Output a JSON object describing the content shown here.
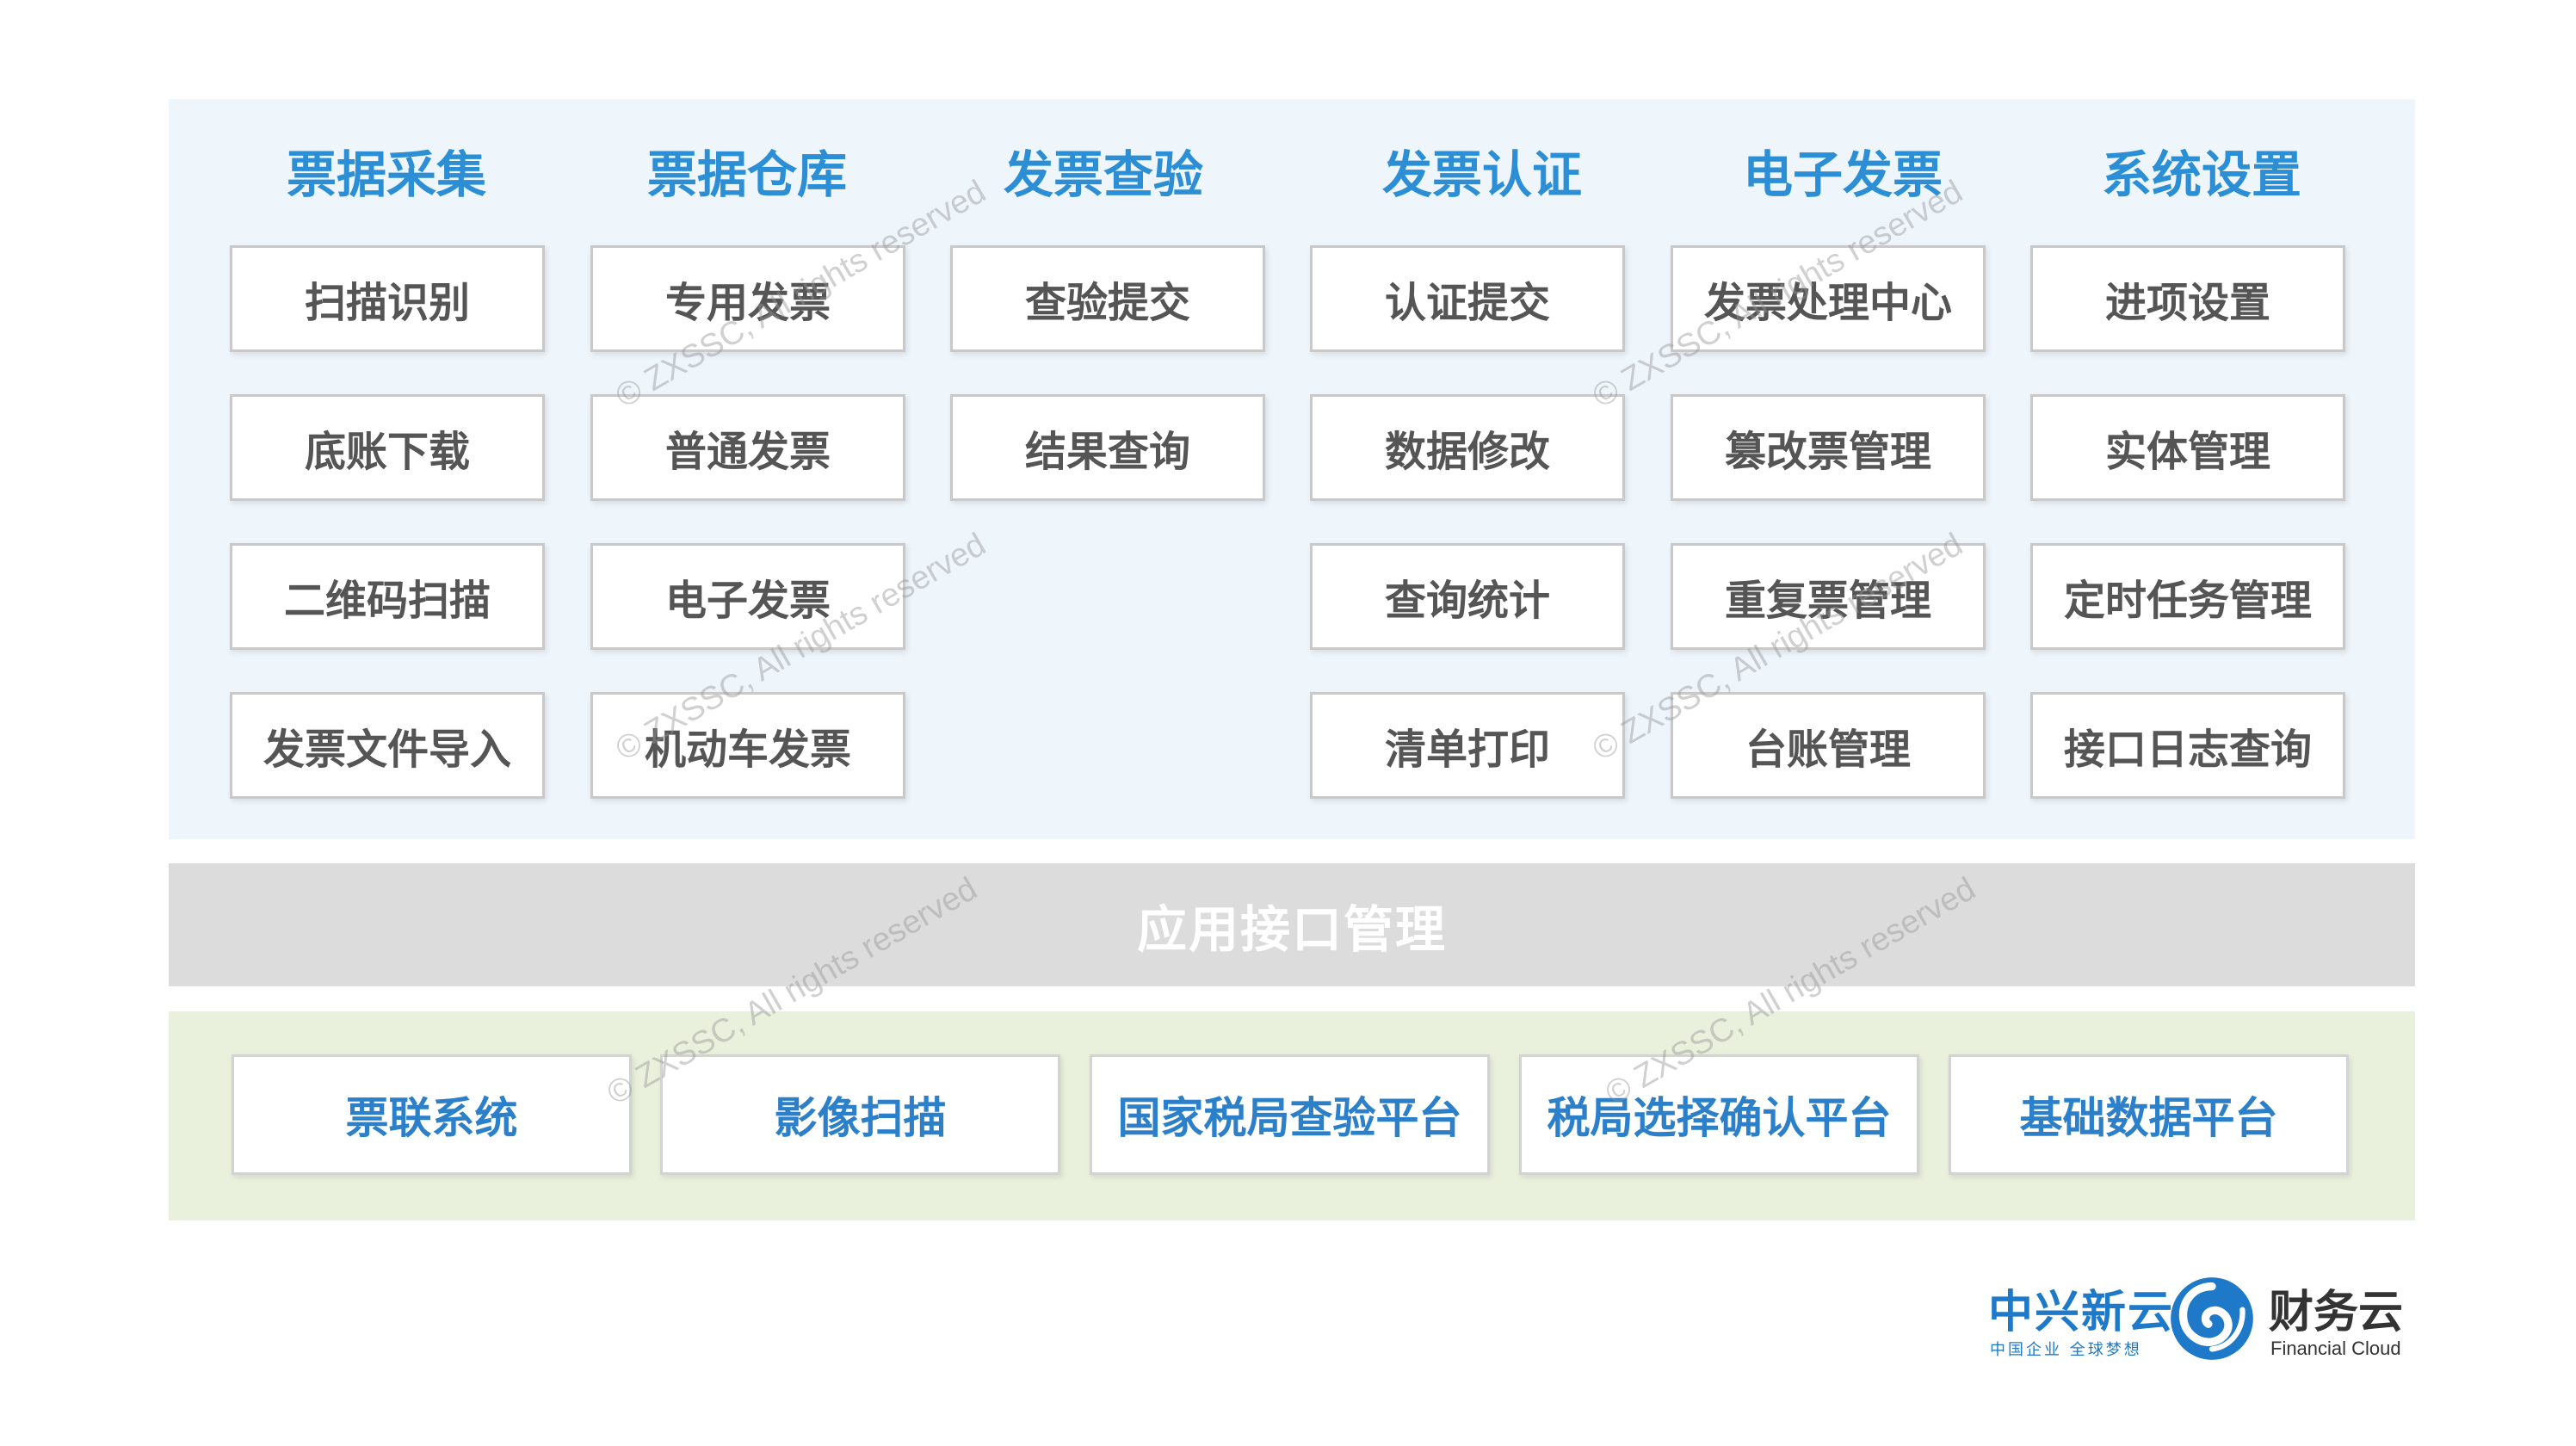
{
  "columns": [
    {
      "header": "票据采集",
      "items": [
        "扫描识别",
        "底账下载",
        "二维码扫描",
        "发票文件导入"
      ]
    },
    {
      "header": "票据仓库",
      "items": [
        "专用发票",
        "普通发票",
        "电子发票",
        "机动车发票"
      ]
    },
    {
      "header": "发票查验",
      "items": [
        "查验提交",
        "结果查询"
      ]
    },
    {
      "header": "发票认证",
      "items": [
        "认证提交",
        "数据修改",
        "查询统计",
        "清单打印"
      ]
    },
    {
      "header": "电子发票",
      "items": [
        "发票处理中心",
        "篡改票管理",
        "重复票管理",
        "台账管理"
      ]
    },
    {
      "header": "系统设置",
      "items": [
        "进项设置",
        "实体管理",
        "定时任务管理",
        "接口日志查询"
      ]
    }
  ],
  "api_band": {
    "label": "应用接口管理"
  },
  "platforms": [
    "票联系统",
    "影像扫描",
    "国家税局查验平台",
    "税局选择确认平台",
    "基础数据平台"
  ],
  "watermark": "© ZXSSC, All rights reserved",
  "logo": {
    "zx_name": "中兴新云",
    "zx_slogan": "中国企业 全球梦想",
    "cw_name": "财务云",
    "cw_sub": "Financial Cloud"
  },
  "colors": {
    "header_blue": "#2c8fd6",
    "platform_blue": "#2c7fc9",
    "top_bg": "#eef5fb",
    "band_bg": "#dcdcdc",
    "bottom_bg": "#e9f1dd"
  }
}
